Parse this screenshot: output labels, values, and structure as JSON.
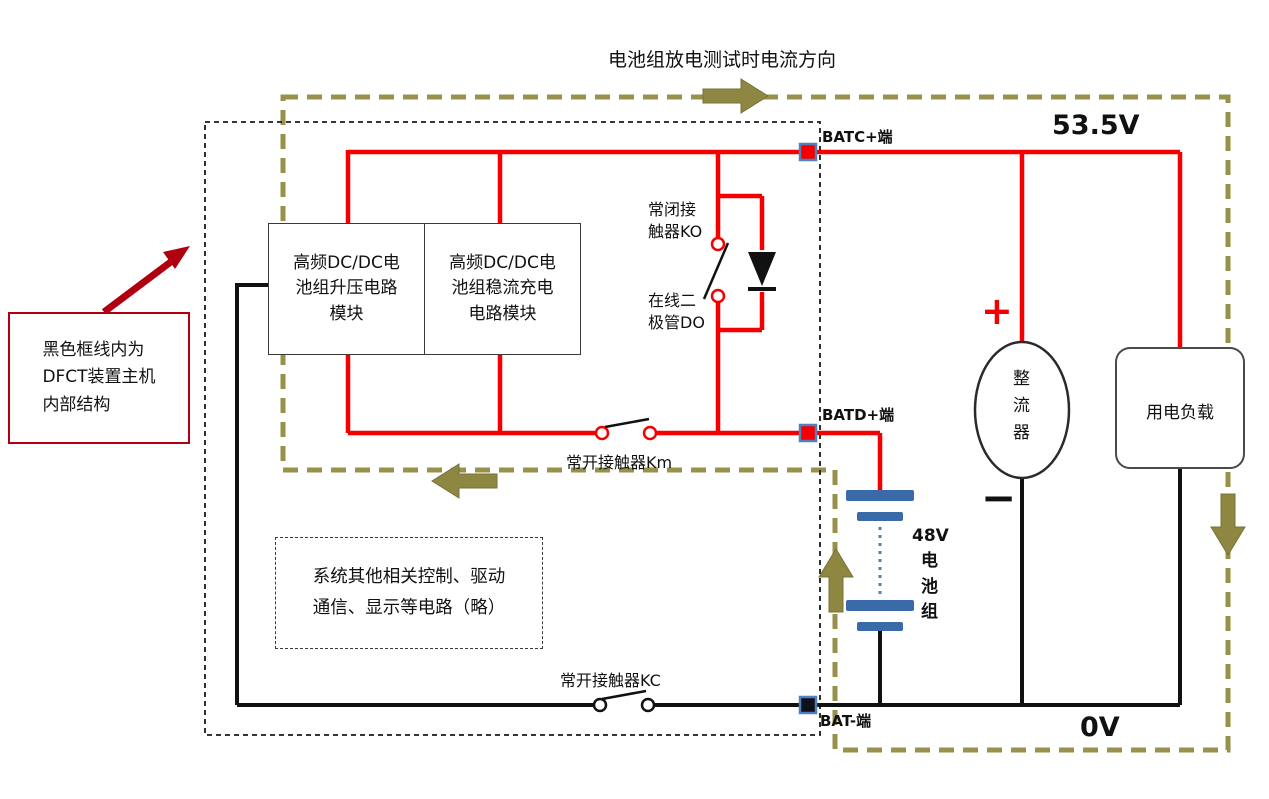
{
  "title": "电池组放电测试时电流方向",
  "annotation": {
    "lines": [
      "黑色框线内为",
      "DFCT装置主机",
      "内部结构"
    ]
  },
  "modules": {
    "boost_lines": [
      "高频DC/DC电",
      "池组升压电路",
      "模块"
    ],
    "charge_lines": [
      "高频DC/DC电",
      "池组稳流充电",
      "电路模块"
    ]
  },
  "system_note_lines": [
    "系统其他相关控制、驱动",
    "通信、显示等电路（略）"
  ],
  "labels": {
    "ko_lines": [
      "常闭接",
      "触器KO"
    ],
    "do_lines": [
      "在线二",
      "极管DO"
    ],
    "km": "常开接触器Km",
    "kc": "常开接触器KC",
    "batc": "BATC+端",
    "batd": "BATD+端",
    "bat_neg": "BAT-端",
    "v_high": "53.5V",
    "v_low": "0V",
    "plus": "+",
    "minus": "−"
  },
  "battery": {
    "voltage": "48V",
    "name": "电池组"
  },
  "rectifier_label": "整流器",
  "load_label": "用电负载",
  "colors": {
    "wire_positive": "#f40000",
    "wire_negative": "#111111",
    "boundary_outer_olive": "#98914b",
    "boundary_inner_black": "#1a1a1a",
    "flow_arrow_olive": "#8e8742",
    "battery_plate_blue": "#3a6ba8",
    "terminal_border_blue": "#4f81bd",
    "annotation_red": "#b00010"
  }
}
